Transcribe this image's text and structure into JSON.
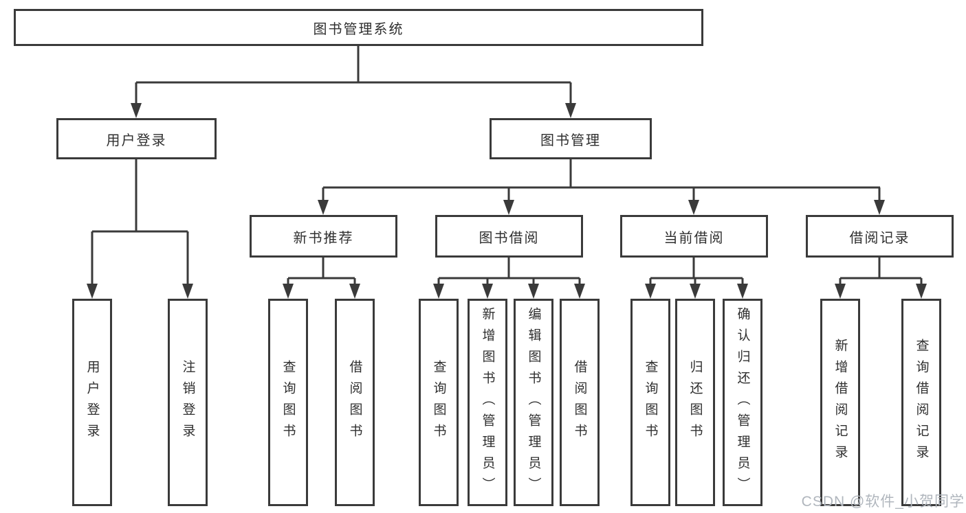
{
  "colors": {
    "line": "#3a3a3a",
    "box_border": "#3a3a3a",
    "box_fill": "#ffffff",
    "text": "#2f2f2f",
    "watermark": "#b0b6bd",
    "background": "#ffffff"
  },
  "watermark": {
    "text": "CSDN @软件_小贺同学"
  },
  "tree": {
    "root": {
      "label": "图书管理系统"
    },
    "branches": [
      {
        "label": "用户登录",
        "children": [
          {
            "label": "用户登录"
          },
          {
            "label": "注销登录"
          }
        ]
      },
      {
        "label": "图书管理",
        "children": [
          {
            "label": "新书推荐",
            "children": [
              {
                "label": "查询图书"
              },
              {
                "label": "借阅图书"
              }
            ]
          },
          {
            "label": "图书借阅",
            "children": [
              {
                "label": "查询图书"
              },
              {
                "label": "新增图书（管理员）"
              },
              {
                "label": "编辑图书（管理员）"
              },
              {
                "label": "借阅图书"
              }
            ]
          },
          {
            "label": "当前借阅",
            "children": [
              {
                "label": "查询图书"
              },
              {
                "label": "归还图书"
              },
              {
                "label": "确认归还（管理员）"
              }
            ]
          },
          {
            "label": "借阅记录",
            "children": [
              {
                "label": "新增借阅记录"
              },
              {
                "label": "查询借阅记录"
              }
            ]
          }
        ]
      }
    ]
  }
}
